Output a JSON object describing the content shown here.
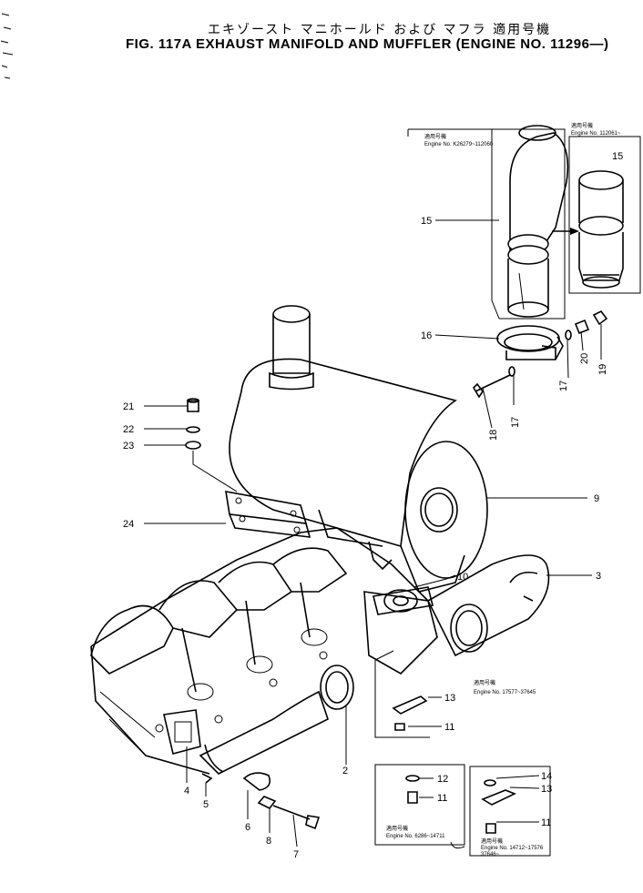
{
  "title": {
    "japanese": "エキゾースト マニホールド および マフラ 適用号機",
    "english": "FIG. 117A  EXHAUST MANIFOLD AND MUFFLER (ENGINE NO. 11296—)"
  },
  "callouts": [
    {
      "id": "c21",
      "text": "21"
    },
    {
      "id": "c22",
      "text": "22"
    },
    {
      "id": "c23",
      "text": "23"
    },
    {
      "id": "c24",
      "text": "24"
    },
    {
      "id": "c15a",
      "text": "15"
    },
    {
      "id": "c15b",
      "text": "15"
    },
    {
      "id": "c16",
      "text": "16"
    },
    {
      "id": "c9",
      "text": "9"
    },
    {
      "id": "c10",
      "text": "10"
    },
    {
      "id": "c3",
      "text": "3"
    },
    {
      "id": "c2",
      "text": "2"
    },
    {
      "id": "c13a",
      "text": "13"
    },
    {
      "id": "c11a",
      "text": "11"
    },
    {
      "id": "c12",
      "text": "12"
    },
    {
      "id": "c11b",
      "text": "11"
    },
    {
      "id": "c14",
      "text": "14"
    },
    {
      "id": "c13b",
      "text": "13"
    },
    {
      "id": "c11c",
      "text": "11"
    },
    {
      "id": "c17a",
      "text": "17"
    },
    {
      "id": "c17b",
      "text": "17"
    },
    {
      "id": "c18",
      "text": "18"
    },
    {
      "id": "c19",
      "text": "19"
    },
    {
      "id": "c20",
      "text": "20"
    },
    {
      "id": "c4",
      "text": "4"
    },
    {
      "id": "c5",
      "text": "5"
    },
    {
      "id": "c6",
      "text": "6"
    },
    {
      "id": "c7",
      "text": "7"
    },
    {
      "id": "c8",
      "text": "8"
    }
  ],
  "notes": {
    "box1_jp": "適用号機",
    "box1_engine": "Engine No. K26279~112060",
    "box2_jp": "適用号機",
    "box2_engine": "Engine No. 112061~",
    "mid_jp": "適用号機",
    "mid_engine": "Engine No. 17577~37645",
    "box3_jp": "適用号機",
    "box3_engine": "Engine No. 6286~14711",
    "box4_jp": "適用号機",
    "box4_engine1": "Engine No. 14712~17576",
    "box4_engine2": "37646~"
  }
}
